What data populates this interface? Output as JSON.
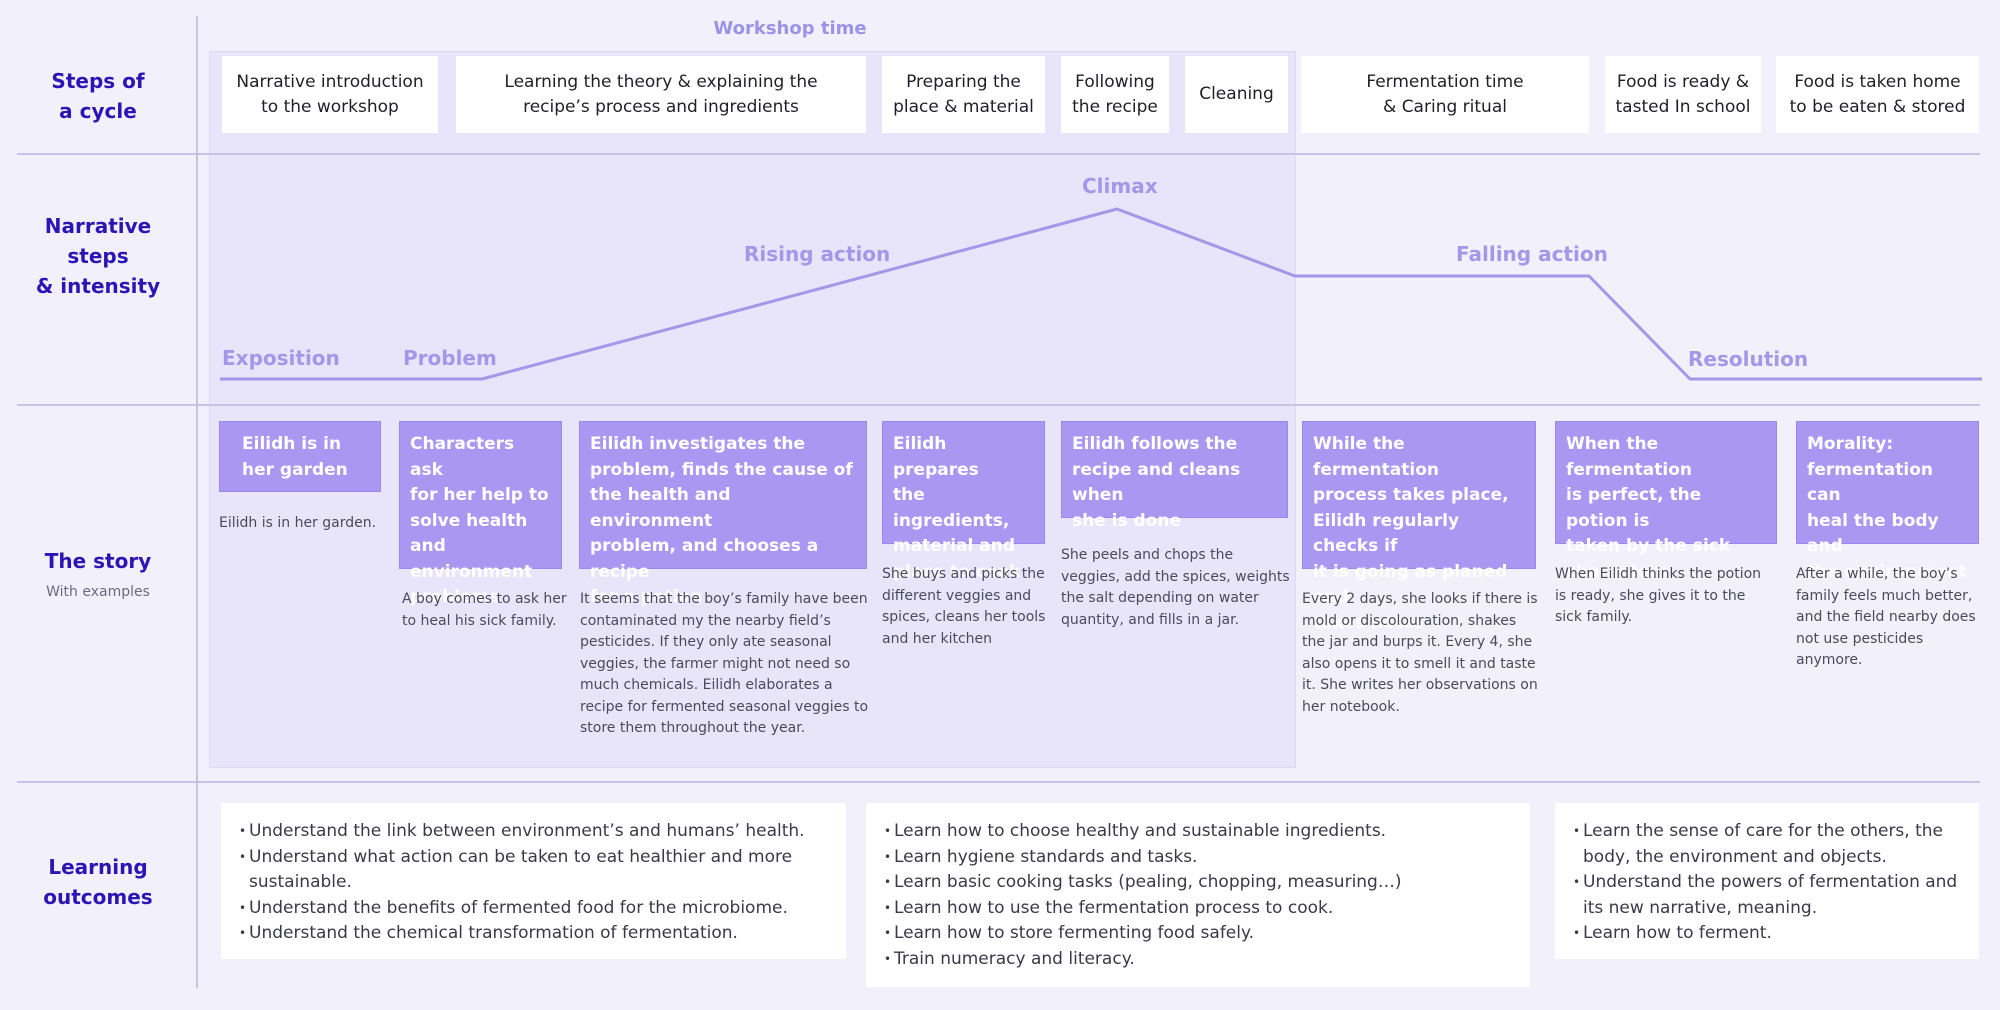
{
  "workshop_label": "Workshop time",
  "row_labels": {
    "steps": "Steps of\na cycle",
    "narrative": "Narrative steps\n& intensity",
    "story": "The story",
    "story_sub": "With examples",
    "outcomes": "Learning\noutcomes"
  },
  "steps": [
    "Narrative introduction\nto the workshop",
    "Learning the theory & explaining the\nrecipe’s process and ingredients",
    "Preparing the\nplace & material",
    "Following\nthe recipe",
    "Cleaning",
    "Fermentation time\n& Caring ritual",
    "Food is ready &\ntasted In school",
    "Food is taken home\nto be eaten & stored"
  ],
  "narrative": {
    "exposition": "Exposition",
    "problem": "Problem",
    "rising": "Rising action",
    "climax": "Climax",
    "falling": "Falling action",
    "resolution": "Resolution",
    "line_color": "#a597e8"
  },
  "story": [
    {
      "title": "Eilidh is in\nher garden",
      "desc": "Eilidh is in her garden."
    },
    {
      "title": "Characters ask\nfor her help to\nsolve health and\nenvironment\nproblems",
      "desc": "A boy comes to ask her\nto heal his sick family."
    },
    {
      "title": "Eilidh investigates the\nproblem, finds the cause of\nthe health and environment\nproblem, and chooses a recipe\nfor a potion",
      "desc": "It seems that the boy’s family have been\ncontaminated my the nearby field’s\npesticides. If they only ate seasonal\nveggies, the farmer might not need so\nmuch chemicals. Eilidh elaborates a\nrecipe for fermented seasonal veggies to\nstore them throughout the year."
    },
    {
      "title": "Eilidh prepares\nthe ingredients,\nmaterial and\nplace to cook",
      "desc": "She buys and picks the\ndifferent veggies and\nspices, cleans her tools\nand her kitchen"
    },
    {
      "title": "Eilidh follows the\nrecipe and cleans when\nshe is done",
      "desc": "She peels and chops the\nveggies, add the spices, weights\nthe salt depending on water\nquantity, and fills in a jar."
    },
    {
      "title": "While the fermentation\nprocess takes place,\nEilidh regularly checks if\nit is going as planed and\ntakes notes",
      "desc": "Every 2 days, she looks if there is\nmold or discolouration, shakes\nthe jar and  burps it. Every 4, she\nalso opens it to smell it and taste\nit. She writes her observations on\nher notebook."
    },
    {
      "title": "When the fermentation\nis perfect, the potion is\ntaken by the sick\ncharacters",
      "desc": "When Eilidh thinks the potion\nis ready, she gives it to the\nsick family."
    },
    {
      "title": "Morality:\nfermentation can\nheal the body and\nthe environment",
      "desc": "After a while, the boy’s\nfamily feels much better,\nand the field nearby does\nnot use pesticides\nanymore."
    }
  ],
  "outcomes": [
    [
      "Understand the link between environment’s and humans’ health.",
      "Understand what action can be taken to eat healthier and more sustainable.",
      "Understand the benefits of fermented food for the microbiome.",
      "Understand the chemical transformation of fermentation."
    ],
    [
      "Learn how to choose healthy and sustainable ingredients.",
      "Learn hygiene standards and tasks.",
      "Learn basic cooking tasks (pealing, chopping, measuring…)",
      "Learn how to use the fermentation process to cook.",
      "Learn how to store fermenting food safely.",
      "Train numeracy and literacy."
    ],
    [
      "Learn the sense of care for the others, the body, the environment and objects.",
      "Understand the powers of fermentation and its new narrative, meaning.",
      "Learn how to ferment."
    ]
  ]
}
